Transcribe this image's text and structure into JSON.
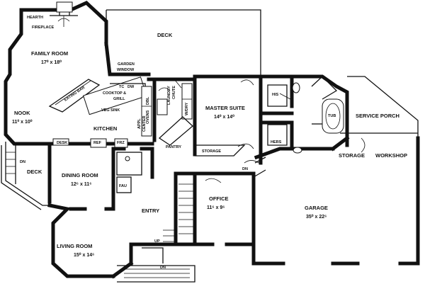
{
  "rooms": {
    "hearth": "HEARTH",
    "fireplace": "FIREPLACE",
    "family_room": {
      "name": "FAMILY ROOM",
      "size": "17⁰ x 18⁰"
    },
    "deck_top": "DECK",
    "garden_window": [
      "GARDEN",
      "WINDOW"
    ],
    "eating_bar": "EATING BAR",
    "cooktop": [
      "COOKTOP &",
      "GRILL"
    ],
    "ovens": [
      "DBL",
      "OVENS"
    ],
    "laundry_chute": [
      "LAUNDRY",
      "CHUTE"
    ],
    "washer_dryer": "W/DRY",
    "veg_sink": "VEG SINK",
    "center_appliance": [
      "APPL",
      "CENTER"
    ],
    "nook": {
      "name": "NOOK",
      "size": "11⁰ x 10⁰"
    },
    "kitchen": "KITCHEN",
    "desk": "DESK",
    "ref": "REF",
    "frz": "FRZ",
    "pantry": "PANTRY",
    "storage_small": "STORAGE",
    "master_suite": {
      "name": "MASTER SUITE",
      "size": "14⁰ x 14⁰"
    },
    "his": "HIS",
    "hers": "HERS",
    "tub": "TUB",
    "service_porch": "SERVICE PORCH",
    "storage": "STORAGE",
    "workshop": "WORKSHOP",
    "deck_left": "DECK",
    "dining_room": {
      "name": "DINING ROOM",
      "size": "12⁶ x 11⁶"
    },
    "fau": "FAU",
    "entry": "ENTRY",
    "office": {
      "name": "OFFICE",
      "size": "11⁶ x 9⁶"
    },
    "garage": {
      "name": "GARAGE",
      "size": "35⁰ x 22⁶"
    },
    "living_room": {
      "name": "LIVING ROOM",
      "size": "15⁰ x 14⁶"
    }
  },
  "markers": {
    "down": "DN",
    "up": "UP",
    "dishwasher": "DW",
    "trash_compactor": "TC"
  }
}
